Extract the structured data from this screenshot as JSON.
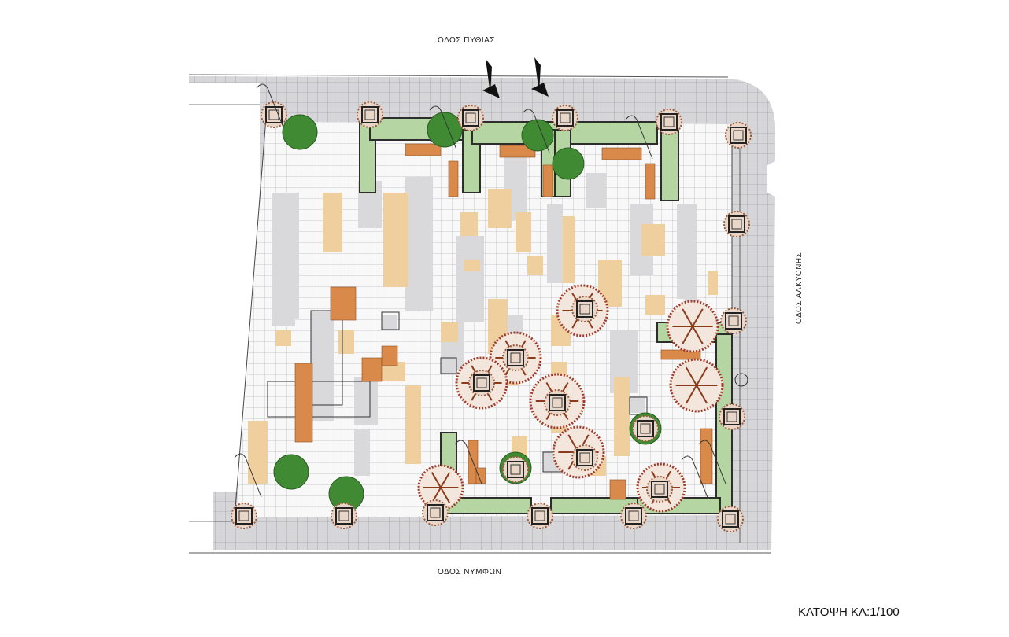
{
  "streets": {
    "top": "ΟΔΟΣ ΠΥΘΙΑΣ",
    "bottom": "ΟΔΟΣ ΝΥΜΦΩΝ",
    "right": "ΟΔΟΣ ΑΛΚΥΟΝΗΣ"
  },
  "title": "ΚΑΤΟΨΗ ΚΛ:1/100",
  "colors": {
    "sidewalk": "#d6d6d8",
    "plaza": "#f7f7f7",
    "grid": "#9a9aa2",
    "tan_paving": "#f0cf9e",
    "grey_paving": "#d9d9dc",
    "planter": "#b5d5a3",
    "bench": "#d98a4a",
    "tree_green": "#3f8a33",
    "tree_brown": "#8b3a1c"
  }
}
